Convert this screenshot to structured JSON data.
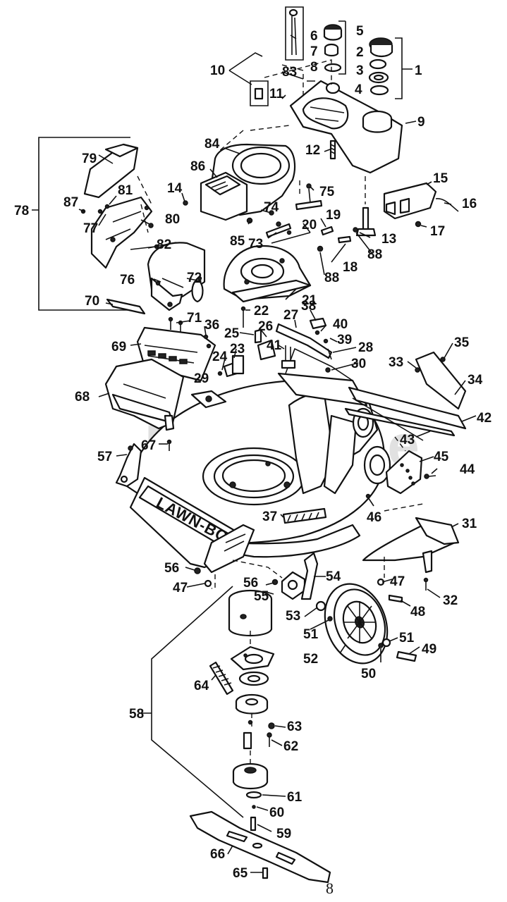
{
  "brand_text": "LAWN-BOY",
  "watermark": "PartsTree",
  "page_number": "8",
  "callouts": [
    "1",
    "2",
    "3",
    "4",
    "5",
    "6",
    "7",
    "8",
    "9",
    "10",
    "11",
    "12",
    "13",
    "14",
    "15",
    "16",
    "17",
    "18",
    "19",
    "20",
    "21",
    "22",
    "23",
    "24",
    "25",
    "26",
    "27",
    "28",
    "29",
    "30",
    "31",
    "32",
    "33",
    "34",
    "35",
    "36",
    "37",
    "38",
    "39",
    "40",
    "41",
    "42",
    "43",
    "44",
    "45",
    "46",
    "47",
    "47",
    "48",
    "49",
    "50",
    "51",
    "51",
    "52",
    "53",
    "54",
    "55",
    "56",
    "56",
    "57",
    "58",
    "59",
    "60",
    "61",
    "62",
    "63",
    "64",
    "65",
    "66",
    "67",
    "68",
    "69",
    "70",
    "71",
    "72",
    "73",
    "74",
    "75",
    "76",
    "77",
    "78",
    "79",
    "80",
    "81",
    "82",
    "83",
    "84",
    "85",
    "86",
    "87",
    "88",
    "88"
  ]
}
